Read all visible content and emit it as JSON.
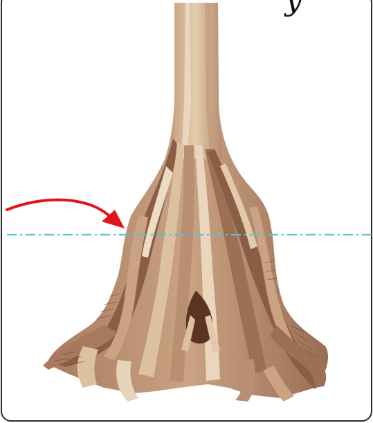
{
  "figure": {
    "corner_glyph": "y",
    "colors": {
      "frame": "#2a2a2a",
      "background": "#ffffff",
      "cut_line": "#5bbfd0",
      "arrow": "#e0141b",
      "bark_light": "#dcc1a1",
      "bark_mid": "#b88f70",
      "bark_dark": "#8a5e46",
      "bark_deep": "#5a3420"
    },
    "elements": [
      "tree-trunk",
      "buttress-roots",
      "cut-line",
      "pointer-arrow"
    ],
    "cut_line_style": "dash-dot"
  }
}
